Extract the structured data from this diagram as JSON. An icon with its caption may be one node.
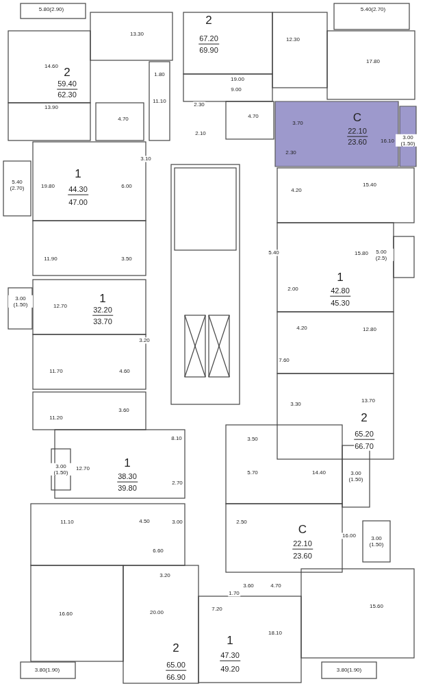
{
  "diagram": {
    "labels": [
      "5.80(2.90)",
      "13.30",
      "2",
      "67.20",
      "69.90",
      "5.40(2.70)",
      "12.30",
      "17.80",
      "14.60",
      "2",
      "59.40",
      "62.30",
      "1.80",
      "19.00",
      "9.00",
      "11.10",
      "2.30",
      "13.90",
      "4.70",
      "4.70",
      "3.70",
      "C",
      "22.10",
      "23.60",
      "16.10",
      "3.00 (1.50)",
      "2.10",
      "2.30",
      "3.10",
      "4.20",
      "15.40",
      "1",
      "44.30",
      "47.00",
      "5.40 (2.70)",
      "19.80",
      "6.00",
      "15.80",
      "5.00 (2.5)",
      "5.40",
      "11.90",
      "3.50",
      "1",
      "42.80",
      "45.30",
      "2.00",
      "3.00 (1.50)",
      "12.70",
      "1",
      "32.20",
      "33.70",
      "4.20",
      "12.80",
      "3.20",
      "7.60",
      "11.70",
      "4.60",
      "3.30",
      "13.70",
      "2",
      "65.20",
      "66.70",
      "3.60",
      "11.20",
      "8.10",
      "3.50",
      "1",
      "38.30",
      "39.80",
      "3.00 (1.50)",
      "12.70",
      "5.70",
      "14.40",
      "3.00 (1.50)",
      "2.70",
      "11.10",
      "4.50",
      "3.00",
      "2.50",
      "C",
      "22.10",
      "23.60",
      "16.00",
      "3.00 (1.50)",
      "6.60",
      "3.20",
      "3.60",
      "1.70",
      "4.70",
      "7.20",
      "15.60",
      "16.60",
      "20.00",
      "18.10",
      "1",
      "47.30",
      "49.20",
      "2",
      "65.00",
      "66.90",
      "3.80(1.90)",
      "3.80(1.90)"
    ]
  }
}
